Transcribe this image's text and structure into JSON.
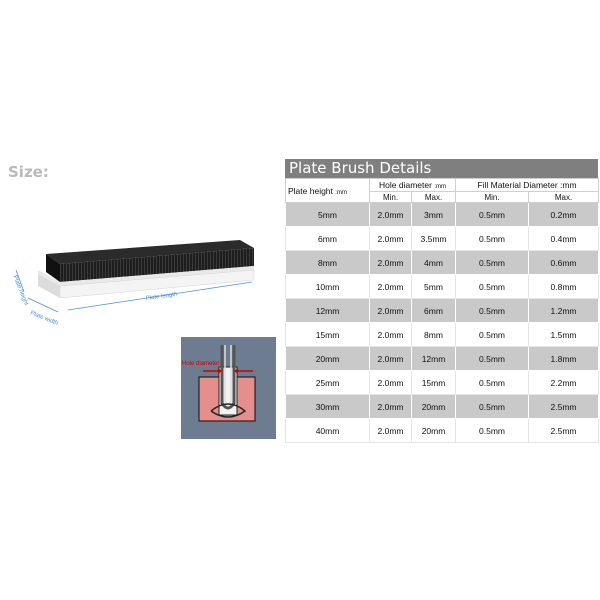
{
  "size_label": "Size:",
  "product_image": {
    "labels": {
      "plate_height": "Plate height",
      "plate_width": "Plate width",
      "plate_length": "Plate length"
    }
  },
  "inset_image": {
    "label": "Hole diameter"
  },
  "table": {
    "title": "Plate Brush Details",
    "col_plate_height": "Plate height",
    "col_plate_height_unit": ":mm",
    "col_hole_diameter": "Hole diameter",
    "col_hole_diameter_unit": ":mm",
    "col_fill_diameter": "Fill Material Diameter :mm",
    "sub_min": "Min.",
    "sub_max": "Max.",
    "rows": [
      [
        "5mm",
        "2.0mm",
        "3mm",
        "0.5mm",
        "0.2mm"
      ],
      [
        "6mm",
        "2.0mm",
        "3.5mm",
        "0.5mm",
        "0.4mm"
      ],
      [
        "8mm",
        "2.0mm",
        "4mm",
        "0.5mm",
        "0.6mm"
      ],
      [
        "10mm",
        "2.0mm",
        "5mm",
        "0.5mm",
        "0.8mm"
      ],
      [
        "12mm",
        "2.0mm",
        "6mm",
        "0.5mm",
        "1.2mm"
      ],
      [
        "15mm",
        "2.0mm",
        "8mm",
        "0.5mm",
        "1.5mm"
      ],
      [
        "20mm",
        "2.0mm",
        "12mm",
        "0.5mm",
        "1.8mm"
      ],
      [
        "25mm",
        "2.0mm",
        "15mm",
        "0.5mm",
        "2.2mm"
      ],
      [
        "30mm",
        "2.0mm",
        "20mm",
        "0.5mm",
        "2.5mm"
      ],
      [
        "40mm",
        "2.0mm",
        "20mm",
        "0.5mm",
        "2.5mm"
      ]
    ]
  }
}
